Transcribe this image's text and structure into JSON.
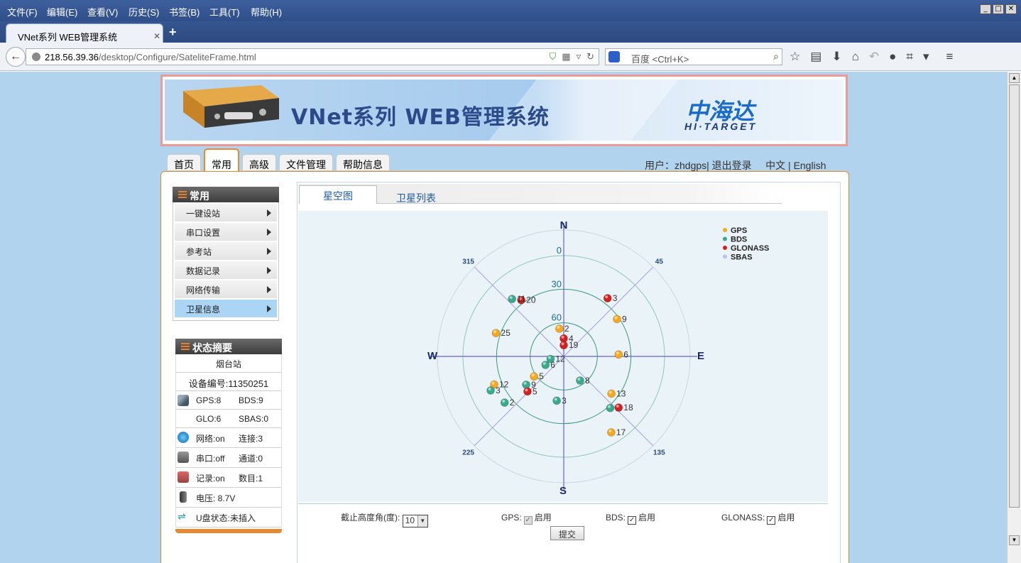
{
  "browser": {
    "menu": [
      "文件(F)",
      "编辑(E)",
      "查看(V)",
      "历史(S)",
      "书签(B)",
      "工具(T)",
      "帮助(H)"
    ],
    "tab_title": "VNet系列 WEB管理系统",
    "url_host": "218.56.39.36",
    "url_path": "/desktop/Configure/SateliteFrame.html",
    "search_engine": "百度",
    "search_placeholder": "<Ctrl+K>"
  },
  "banner": {
    "title": "VNet系列 WEB管理系统",
    "brand_cn": "中海达",
    "brand_en": "HI·TARGET"
  },
  "main_tabs": [
    "首页",
    "常用",
    "高级",
    "文件管理",
    "帮助信息"
  ],
  "active_main_tab": 1,
  "user": {
    "label": "用户：",
    "name": "zhdgps",
    "logout": "| 退出登录",
    "lang_cn": "中文",
    "lang_sep": "|",
    "lang_en": "English"
  },
  "side_menu": {
    "title": "常用",
    "items": [
      "一键设站",
      "串口设置",
      "参考站",
      "数据记录",
      "网络传输",
      "卫星信息"
    ],
    "active_index": 5
  },
  "status": {
    "title": "状态摘要",
    "station": "烟台站",
    "device": "设备编号:11350251",
    "gps": "GPS:8",
    "bds": "BDS:9",
    "glo": "GLO:6",
    "sbas": "SBAS:0",
    "network": "网络:on",
    "connections": "连接:3",
    "serial": "串口:off",
    "channel": "通道:0",
    "record": "记录:on",
    "count": "数目:1",
    "voltage": "电压: 8.7V",
    "usb": "U盘状态:未插入"
  },
  "sub_tabs": [
    "星空图",
    "卫星列表"
  ],
  "sky": {
    "directions": [
      "N",
      "E",
      "S",
      "W"
    ],
    "elevation_labels": [
      "0",
      "30",
      "60"
    ],
    "azimuth_labels": [
      "315",
      "45",
      "135",
      "225"
    ],
    "legend": [
      "GPS",
      "BDS",
      "GLONASS",
      "SBAS"
    ],
    "colors": {
      "GPS": "#f6a81f",
      "BDS": "#3aaa8e",
      "GLONASS": "#d42020",
      "SBAS": "#c4c0ec"
    },
    "satellites": [
      {
        "sys": "GLONASS",
        "prn": "20",
        "az": 323,
        "el": 27
      },
      {
        "sys": "BDS",
        "prn": "11",
        "az": 318,
        "el": 21
      },
      {
        "sys": "GLONASS",
        "prn": "3",
        "az": 37,
        "el": 25
      },
      {
        "sys": "GPS",
        "prn": "9",
        "az": 55,
        "el": 32
      },
      {
        "sys": "GPS",
        "prn": "25",
        "az": 289,
        "el": 26
      },
      {
        "sys": "GPS",
        "prn": "2",
        "az": 351,
        "el": 65
      },
      {
        "sys": "GLONASS",
        "prn": "4",
        "az": 0,
        "el": 74
      },
      {
        "sys": "GLONASS",
        "prn": "19",
        "az": 0,
        "el": 80
      },
      {
        "sys": "GPS",
        "prn": "6",
        "az": 88,
        "el": 41
      },
      {
        "sys": "BDS",
        "prn": "12",
        "az": 259,
        "el": 78
      },
      {
        "sys": "BDS",
        "prn": "6",
        "az": 245,
        "el": 72
      },
      {
        "sys": "GPS",
        "prn": "5",
        "az": 236,
        "el": 58
      },
      {
        "sys": "BDS",
        "prn": "9",
        "az": 233,
        "el": 48
      },
      {
        "sys": "GLONASS",
        "prn": "5",
        "az": 226,
        "el": 45
      },
      {
        "sys": "GPS",
        "prn": "12",
        "az": 248,
        "el": 23
      },
      {
        "sys": "BDS",
        "prn": "3",
        "az": 245,
        "el": 18
      },
      {
        "sys": "BDS",
        "prn": "2",
        "az": 232,
        "el": 23
      },
      {
        "sys": "BDS",
        "prn": "8",
        "az": 146,
        "el": 64
      },
      {
        "sys": "GPS",
        "prn": "13",
        "az": 128,
        "el": 36
      },
      {
        "sys": "BDS",
        "prn": "3",
        "az": 189,
        "el": 50
      },
      {
        "sys": "BDS",
        "prn": "1",
        "az": 138,
        "el": 28
      },
      {
        "sys": "GLONASS",
        "prn": "18",
        "az": 133,
        "el": 23
      },
      {
        "sys": "GPS",
        "prn": "17",
        "az": 148,
        "el": 10
      }
    ]
  },
  "controls": {
    "elev_label": "截止高度角(度):",
    "elev_value": "10",
    "gps_label": "GPS:",
    "bds_label": "BDS:",
    "glonass_label": "GLONASS:",
    "enable": "启用",
    "submit": "提交"
  }
}
